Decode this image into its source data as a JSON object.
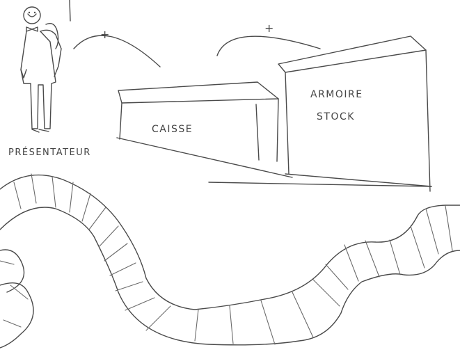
{
  "labels": {
    "presenter": "PRÉSENTATEUR",
    "cash_register": "CAISSE",
    "cabinet_line1": "ARMOIRE",
    "cabinet_line2": "STOCK",
    "plus_left": "+",
    "plus_right": "+"
  },
  "colors": {
    "ink": "#4a4a4a",
    "paper": "#ffffff"
  }
}
